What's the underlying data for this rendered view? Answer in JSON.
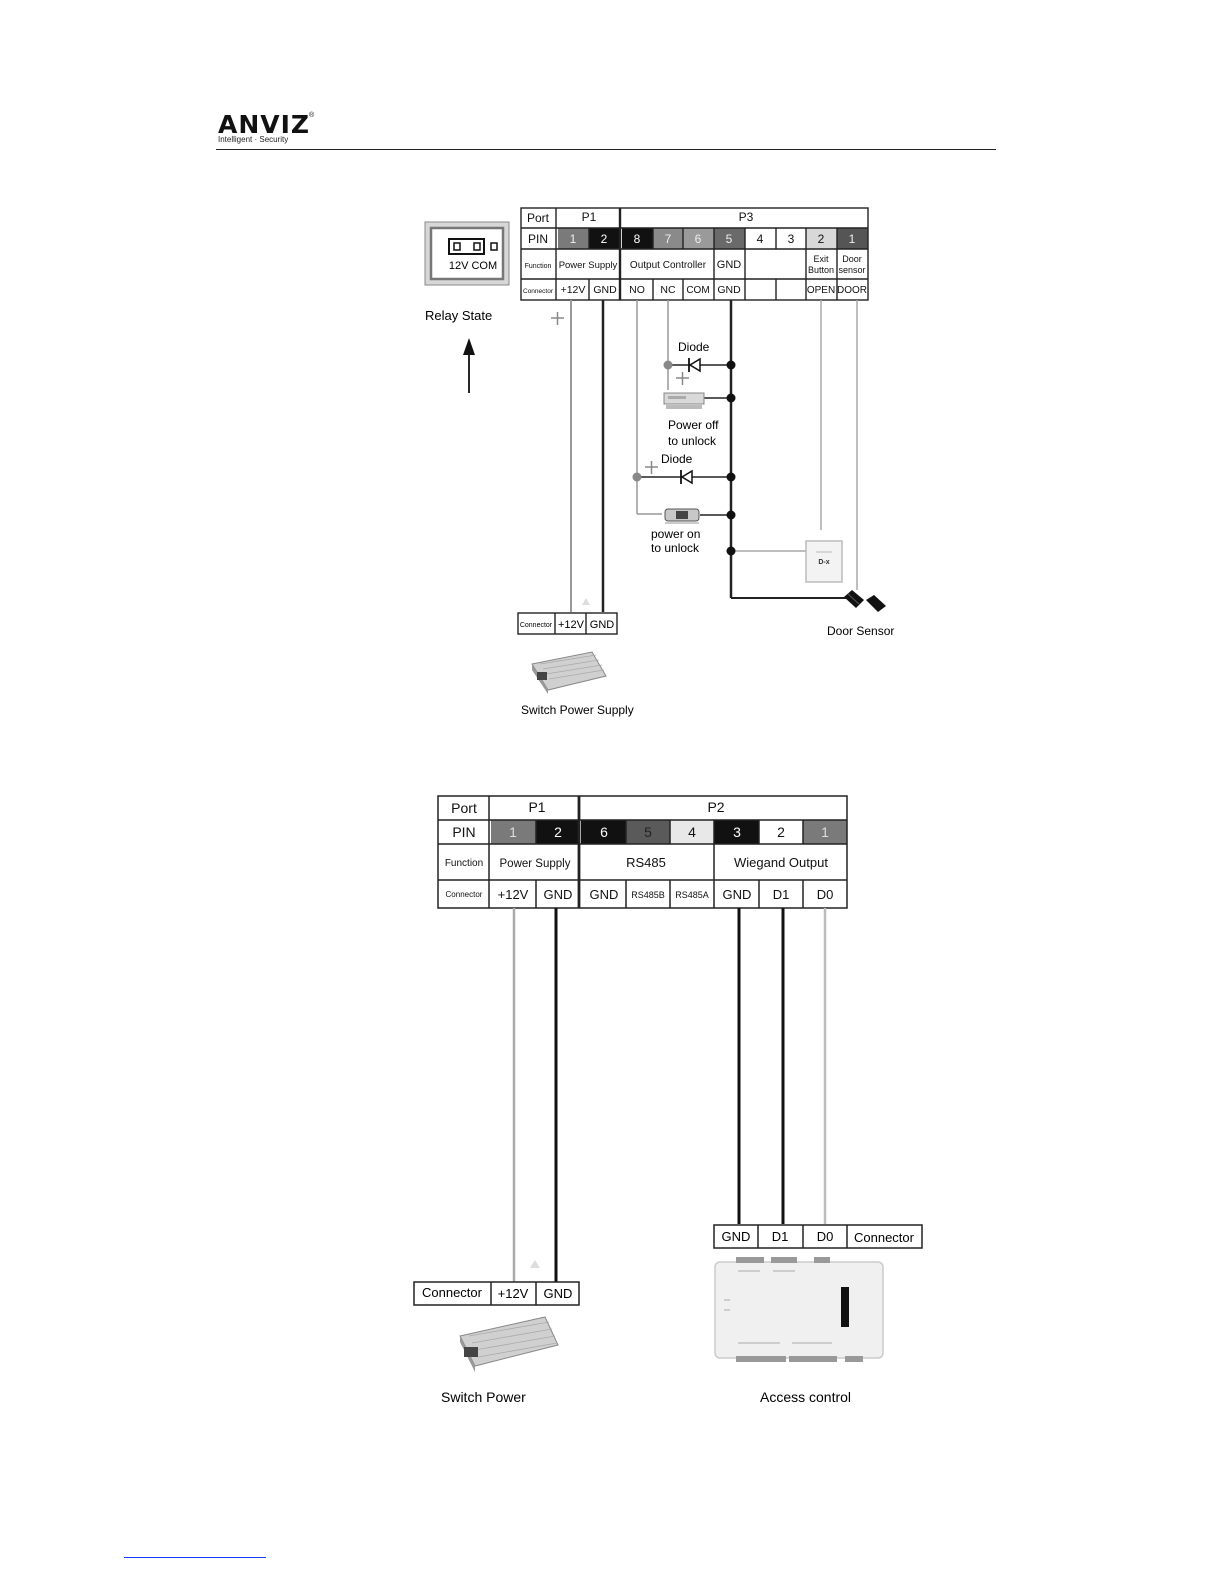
{
  "header": {
    "logo": "ANVIZ",
    "registered": "®",
    "tagline": "Intelligent · Security"
  },
  "diagram1": {
    "port_label": "Port",
    "pin_label": "PIN",
    "function_label": "Function",
    "connector_label": "Connector",
    "p1": "P1",
    "p3": "P3",
    "pins": [
      "1",
      "2",
      "8",
      "7",
      "6",
      "5",
      "4",
      "3",
      "2",
      "1"
    ],
    "func_power_supply": "Power Supply",
    "func_output_controller": "Output Controller",
    "func_gnd": "GND",
    "func_exit_line1": "Exit",
    "func_exit_line2": "Button",
    "func_door_line1": "Door",
    "func_door_line2": "sensor",
    "connectors": [
      "+12V",
      "GND",
      "NO",
      "NC",
      "COM",
      "GND",
      "",
      "",
      "OPEN",
      "DOOR"
    ],
    "relay_box_text": "12V COM",
    "relay_state": "Relay State",
    "diode_1": "Diode",
    "diode_2": "Diode",
    "lock1_line1": "Power off",
    "lock1_line2": "to unlock",
    "lock2_line1": "power on",
    "lock2_line2": "to unlock",
    "exit_button_text": "D-x",
    "door_sensor": "Door Sensor",
    "psu_connector_label": "Connector",
    "psu_plus12v": "+12V",
    "psu_gnd": "GND",
    "psu_caption": "Switch Power Supply"
  },
  "diagram2": {
    "port_label": "Port",
    "pin_label": "PIN",
    "function_label": "Function",
    "connector_label": "Connector",
    "p1": "P1",
    "p2": "P2",
    "pins": [
      "1",
      "2",
      "6",
      "5",
      "4",
      "3",
      "2",
      "1"
    ],
    "func_power_supply": "Power Supply",
    "func_rs485": "RS485",
    "func_wiegand": "Wiegand Output",
    "connectors": [
      "+12V",
      "GND",
      "GND",
      "RS485B",
      "RS485A",
      "GND",
      "D1",
      "D0"
    ],
    "ac_gnd": "GND",
    "ac_d1": "D1",
    "ac_d0": "D0",
    "ac_connector": "Connector",
    "psu_connector": "Connector",
    "psu_plus12v": "+12V",
    "psu_gnd": "GND",
    "switch_power": "Switch Power",
    "access_control": "Access control"
  }
}
